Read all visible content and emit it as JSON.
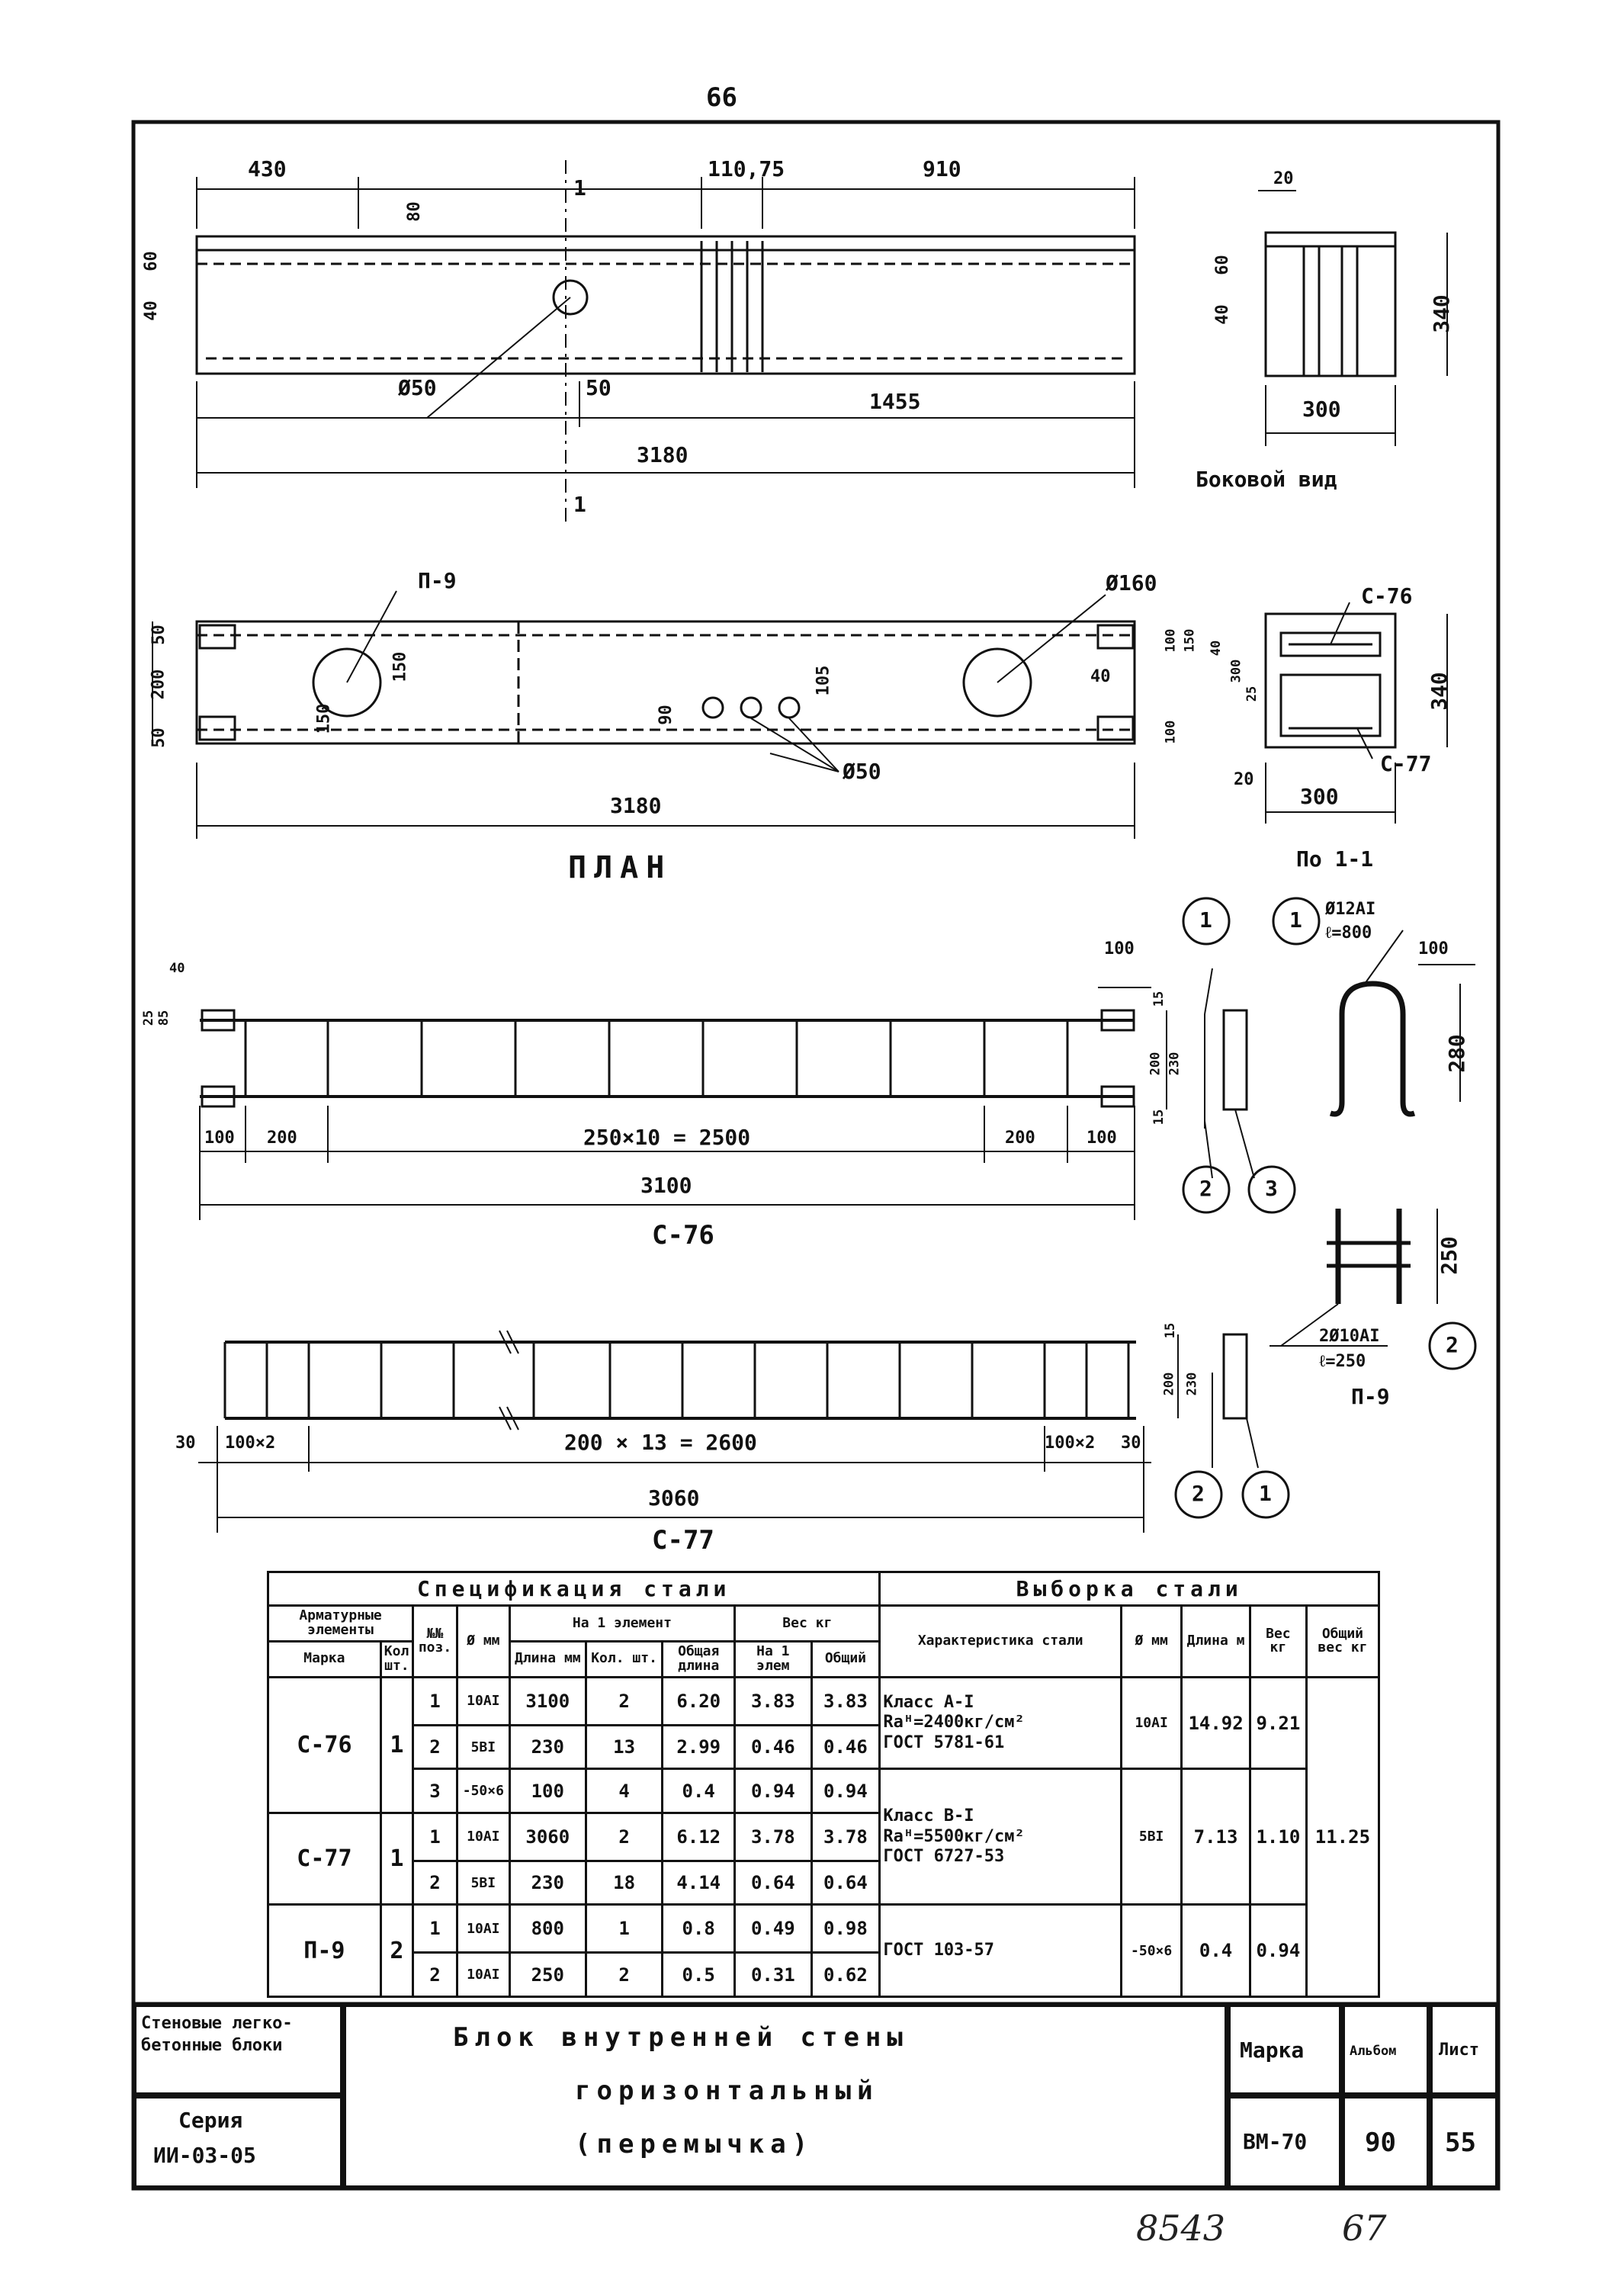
{
  "sheet": {
    "page_number_top": "66",
    "handwritten_footer": [
      "8543",
      "67"
    ]
  },
  "elevation": {
    "dims": [
      "430",
      "110,75",
      "910",
      "80",
      "40",
      "60",
      "Ø50",
      "50",
      "1455",
      "3180"
    ],
    "section_mark": "1",
    "side_view": {
      "dims": [
        "20",
        "40",
        "60",
        "340",
        "300"
      ],
      "caption": "Боковой вид"
    }
  },
  "plan": {
    "labels": [
      "П-9",
      "Ø160",
      "Ø50",
      "40"
    ],
    "dims_left": [
      "50",
      "200",
      "50"
    ],
    "dims_inner": [
      "150",
      "150",
      "105",
      "90"
    ],
    "dim_total": "3180",
    "caption": "ПЛАН",
    "section": {
      "caption": "По 1-1",
      "labels": [
        "С-76",
        "С-77",
        "340",
        "300",
        "20",
        "25",
        "300",
        "100",
        "150",
        "100",
        "40"
      ]
    }
  },
  "c76": {
    "caption": "С-76",
    "dims": [
      "40",
      "25",
      "85",
      "100",
      "200",
      "250×10 = 2500",
      "200",
      "100",
      "3100",
      "100",
      "15",
      "200",
      "230",
      "15"
    ],
    "callouts": [
      "1",
      "2",
      "3"
    ],
    "bar_detail": {
      "callout": "1",
      "spec": "Ø12АI",
      "length": "ℓ=800",
      "dims": [
        "100",
        "280"
      ]
    }
  },
  "c77": {
    "caption": "С-77",
    "dims": [
      "30",
      "100×2",
      "200 × 13 = 2600",
      "100×2",
      "30",
      "3060",
      "15",
      "200",
      "230"
    ],
    "callouts": [
      "2",
      "1"
    ]
  },
  "p9": {
    "caption": "П-9",
    "spec": "2Ø10АI",
    "length": "ℓ=250",
    "dim": "250",
    "callout": "2"
  },
  "table": {
    "head": {
      "spec_group": "Спецификация стали",
      "select_group": "Выборка стали",
      "elements": "Арматурные элементы",
      "mark": "Марка",
      "qty_pcs": "Кол. шт.",
      "pos": "№№ поз.",
      "dia": "Ø мм",
      "per_element": "На 1 элемент",
      "length_mm": "Длина мм",
      "qty": "Кол. шт.",
      "total_length": "Общая длина",
      "weight": "Вес кг",
      "w_per": "На 1 элем",
      "w_total": "Общий",
      "char": "Характеристика стали",
      "sel_dia": "Ø мм",
      "sel_len": "Длина м",
      "sel_w": "Вес кг",
      "sel_total": "Общий вес кг"
    },
    "rows": [
      {
        "mark": "С-76",
        "qty": "1",
        "pos": "1",
        "dia": "10АI",
        "len": "3100",
        "n": "2",
        "tl": "6.20",
        "wp": "3.83",
        "wt": "3.83"
      },
      {
        "mark": "",
        "qty": "",
        "pos": "2",
        "dia": "5ВI",
        "len": "230",
        "n": "13",
        "tl": "2.99",
        "wp": "0.46",
        "wt": "0.46"
      },
      {
        "mark": "",
        "qty": "",
        "pos": "3",
        "dia": "-50×6",
        "len": "100",
        "n": "4",
        "tl": "0.4",
        "wp": "0.94",
        "wt": "0.94"
      },
      {
        "mark": "С-77",
        "qty": "1",
        "pos": "1",
        "dia": "10АI",
        "len": "3060",
        "n": "2",
        "tl": "6.12",
        "wp": "3.78",
        "wt": "3.78"
      },
      {
        "mark": "",
        "qty": "",
        "pos": "2",
        "dia": "5ВI",
        "len": "230",
        "n": "18",
        "tl": "4.14",
        "wp": "0.64",
        "wt": "0.64"
      },
      {
        "mark": "П-9",
        "qty": "2",
        "pos": "1",
        "dia": "10АI",
        "len": "800",
        "n": "1",
        "tl": "0.8",
        "wp": "0.49",
        "wt": "0.98"
      },
      {
        "mark": "",
        "qty": "",
        "pos": "2",
        "dia": "10АI",
        "len": "250",
        "n": "2",
        "tl": "0.5",
        "wp": "0.31",
        "wt": "0.62"
      }
    ],
    "selection": [
      {
        "char": [
          "Класс А-I",
          "Rаᴴ=2400кг/см²",
          "ГОСТ 5781-61"
        ],
        "dia": "10АI",
        "len": "14.92",
        "w": "9.21"
      },
      {
        "char": [
          "Класс В-I",
          "Rаᴴ=5500кг/см²",
          "ГОСТ 6727-53"
        ],
        "dia": "5ВI",
        "len": "7.13",
        "w": "1.10"
      },
      {
        "char": [
          "ГОСТ 103-57"
        ],
        "dia": "-50×6",
        "len": "0.4",
        "w": "0.94"
      }
    ],
    "total_weight": "11.25"
  },
  "title_block": {
    "left_top": "Стеновые легко-бетонные блоки",
    "series_label": "Серия",
    "series": "ИИ-03-05",
    "title_line1": "Блок внутренней стены",
    "title_line2": "горизонтальный",
    "title_line3": "(перемычка)",
    "mark_label": "Марка",
    "mark": "ВМ-70",
    "album_label": "Альбом",
    "album": "90",
    "sheet_label": "Лист",
    "sheet": "55"
  }
}
